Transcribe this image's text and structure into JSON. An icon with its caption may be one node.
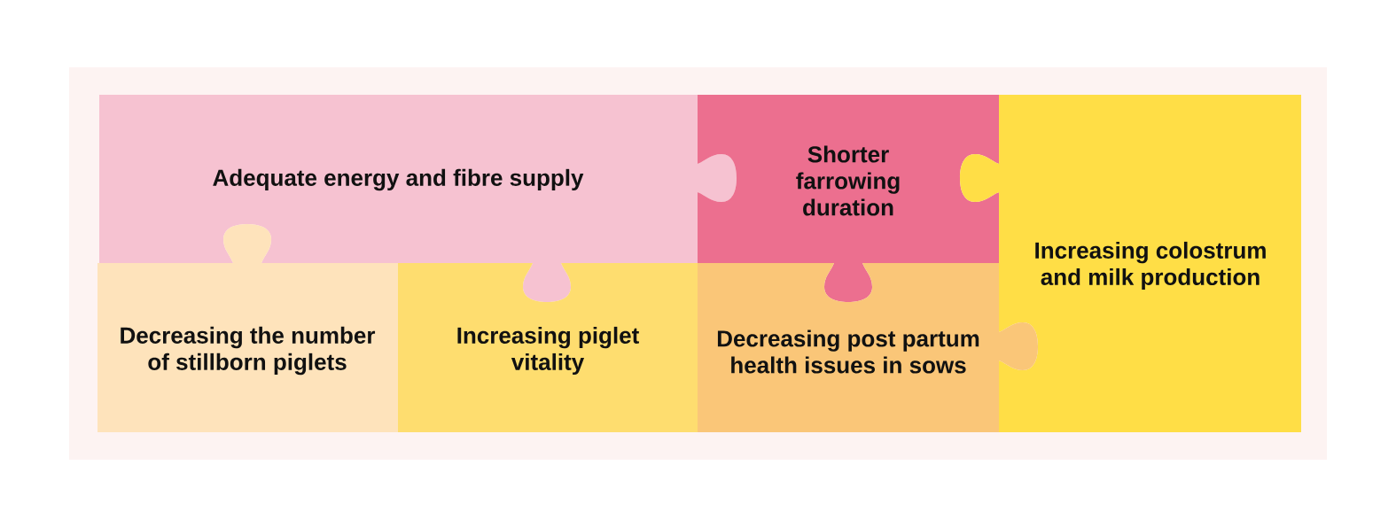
{
  "diagram": {
    "nodes": [
      {
        "text": [
          "Adequate energy and fibre supply"
        ]
      },
      {
        "text": [
          "Shorter farrowing duration"
        ]
      },
      {
        "text": [
          "Increasing colostrum and milk production"
        ]
      },
      {
        "text": [
          "Decreasing the number of stillborn piglets"
        ]
      },
      {
        "text": [
          "Increasing piglet vitality"
        ]
      },
      {
        "text": [
          "Decreasing post partum health issues in sows"
        ]
      }
    ]
  }
}
